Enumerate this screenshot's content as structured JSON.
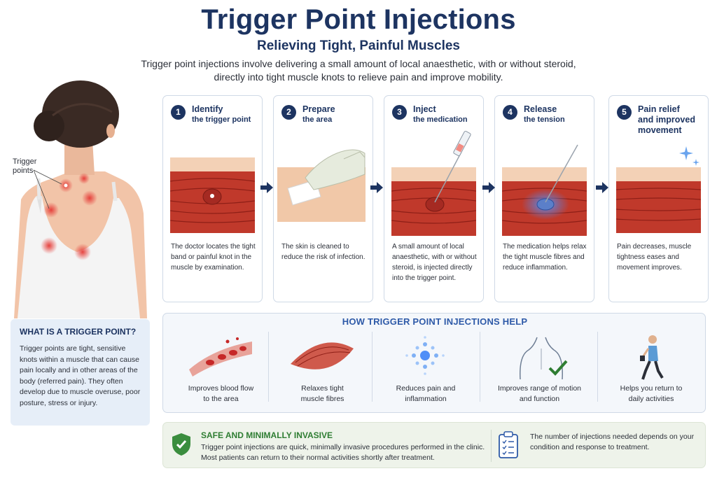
{
  "header": {
    "title": "Trigger Point Injections",
    "subtitle": "Relieving Tight, Painful Muscles",
    "intro": "Trigger point injections involve delivering a small amount of local anaesthetic, with or without steroid, directly into tight muscle knots to relieve pain and improve mobility."
  },
  "figure": {
    "label": "Trigger points"
  },
  "info": {
    "title": "WHAT IS A TRIGGER POINT?",
    "text": "Trigger points are tight, sensitive knots within a muscle that can cause pain locally and in other areas of the body (referred pain). They often develop due to muscle overuse, poor posture, stress or injury."
  },
  "steps": [
    {
      "num": "1",
      "title": "Identify",
      "sub": "the trigger point",
      "desc": "The doctor locates the tight band or painful knot in the muscle by examination."
    },
    {
      "num": "2",
      "title": "Prepare",
      "sub": "the area",
      "desc": "The skin is cleaned to reduce the risk of infection."
    },
    {
      "num": "3",
      "title": "Inject",
      "sub": "the medication",
      "desc": "A small amount of local anaesthetic, with or without steroid, is injected directly into the trigger point."
    },
    {
      "num": "4",
      "title": "Release",
      "sub": "the tension",
      "desc": "The medication helps relax the tight muscle fibres and reduce inflammation."
    },
    {
      "num": "5",
      "title": "Pain relief",
      "sub": "and improved movement",
      "desc": "Pain decreases, muscle tightness eases and movement improves."
    }
  ],
  "help": {
    "title": "HOW TRIGGER POINT INJECTIONS HELP",
    "items": [
      {
        "label1": "Improves blood flow",
        "label2": "to the area"
      },
      {
        "label1": "Relaxes tight",
        "label2": "muscle fibres"
      },
      {
        "label1": "Reduces pain and",
        "label2": "inflammation"
      },
      {
        "label1": "Improves range of motion",
        "label2": "and function"
      },
      {
        "label1": "Helps you return to",
        "label2": "daily activities"
      }
    ]
  },
  "safe": {
    "title": "SAFE AND MINIMALLY INVASIVE",
    "text": "Trigger point injections are quick, minimally invasive procedures performed in the clinic. Most patients can return to their normal activities shortly after treatment.",
    "note": "The number of injections needed depends on your condition and response to treatment."
  },
  "colors": {
    "navy": "#1d3461",
    "accent_blue": "#2e5aa8",
    "muscle_red": "#c0392b",
    "safe_green": "#2e7d32"
  }
}
